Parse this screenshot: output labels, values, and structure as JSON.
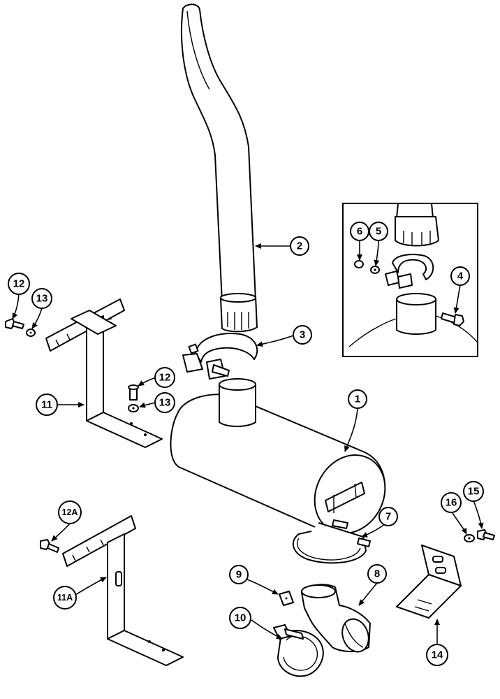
{
  "callouts": {
    "c1": "1",
    "c2": "2",
    "c3": "3",
    "c4": "4",
    "c5": "5",
    "c6": "6",
    "c7": "7",
    "c8": "8",
    "c9": "9",
    "c10": "10",
    "c11": "11",
    "c11a": "11A",
    "c12": "12",
    "c12b": "12",
    "c12a": "12A",
    "c13": "13",
    "c13b": "13",
    "c14": "14",
    "c15": "15",
    "c16": "16"
  }
}
